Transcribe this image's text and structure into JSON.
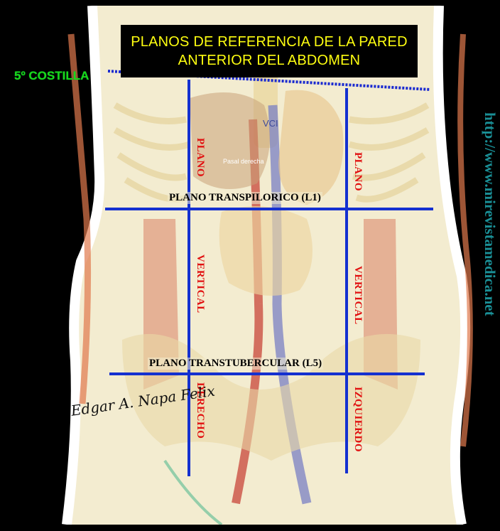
{
  "title": {
    "line1": "PLANOS DE REFERENCIA DE  LA  PARED",
    "line2": "ANTERIOR  DEL  ABDOMEN"
  },
  "rib_label": "5º COSTILLA",
  "horizontal_planes": {
    "upper": "PLANO  TRANSPILORICO  (L1)",
    "lower": "PLANO   TRANSTUBERCULAR   (L5)"
  },
  "vertical_labels": {
    "right_side": [
      "PLANO",
      "VERTICAL",
      "DERECHO"
    ],
    "left_side": [
      "PLANO",
      "VERTICAL",
      "IZQUIERDO"
    ]
  },
  "background_labels": {
    "vein": "VCI",
    "organ": "Pasal derecha"
  },
  "signature": "Edgar A. Napa Felix",
  "url": "http://www.mirevistamedica.net",
  "colors": {
    "title_bg": "#000000",
    "title_text": "#ffff10",
    "rib_label": "#19d919",
    "plane_lines": "#1430d0",
    "vertical_text": "#e11010",
    "url_text": "#1a8f96",
    "background": "#f3ecd0"
  }
}
